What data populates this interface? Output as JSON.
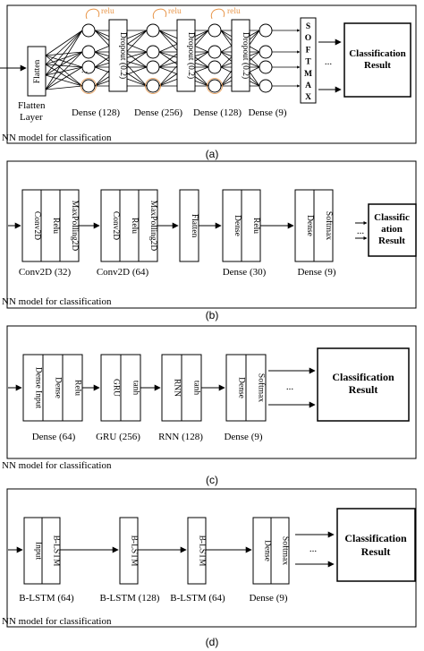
{
  "panel_a": {
    "flatten": "Flatten",
    "flatten_layer_line1": "Flatten",
    "flatten_layer_line2": "Layer",
    "relu": "relu",
    "dropout1": "Dropout (0.2)",
    "dropout2": "Dropout (0.2)",
    "dropout3": "Dropout (0.2)",
    "softmax_letters": [
      "S",
      "O",
      "F",
      "T",
      "M",
      "A",
      "X"
    ],
    "ellipsis": "...",
    "result_line1": "Classification",
    "result_line2": "Result",
    "dense_labels": [
      "Dense (128)",
      "Dense (256)",
      "Dense (128)",
      "Dense (9)"
    ],
    "caption": "NN model for classification",
    "tag": "(a)"
  },
  "panel_b": {
    "blocks": [
      "Conv2D",
      "Relu",
      "MaxPolling2D",
      "Conv2D",
      "Relu",
      "MaxPolling2D",
      "Flatten",
      "Dense",
      "Relu",
      "Dense",
      "Softmax"
    ],
    "result_line1": "Classific",
    "result_line2": "ation",
    "result_line3": "Result",
    "ellipsis": "...",
    "labels": [
      "Conv2D (32)",
      "Conv2D (64)",
      "Dense (30)",
      "Dense (9)"
    ],
    "caption": "NN model for classification",
    "tag": "(b)"
  },
  "panel_c": {
    "blocks": [
      "Dense Input",
      "Dense",
      "Relu",
      "GRU",
      "tanh",
      "RNN",
      "tanh",
      "Dense",
      "Softmax"
    ],
    "result_line1": "Classification",
    "result_line2": "Result",
    "ellipsis": "...",
    "labels": [
      "Dense (64)",
      "GRU (256)",
      "RNN (128)",
      "Dense (9)"
    ],
    "caption": "NN model for classification",
    "tag": "(c)"
  },
  "panel_d": {
    "blocks": [
      "Input",
      "B-LSTM",
      "B-LSTM",
      "B-LSTM",
      "Dense",
      "Softmax"
    ],
    "result_line1": "Classification",
    "result_line2": "Result",
    "ellipsis": "...",
    "labels": [
      "B-LSTM (64)",
      "B-LSTM (128)",
      "B-LSTM (64)",
      "Dense (9)"
    ],
    "caption": "NN model for classification",
    "tag": "(d)"
  }
}
